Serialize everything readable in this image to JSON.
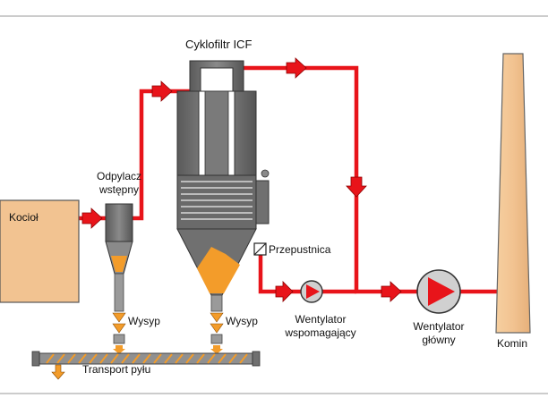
{
  "labels": {
    "boiler": "Kocioł",
    "precollector_line1": "Odpylacz",
    "precollector_line2": "wstępny",
    "cyclofilter": "Cyklofiltr ICF",
    "damper": "Przepustnica",
    "discharge_left": "Wysyp",
    "discharge_right": "Wysyp",
    "aux_fan_line1": "Wentylator",
    "aux_fan_line2": "wspomagający",
    "main_fan_line1": "Wentylator",
    "main_fan_line2": "główny",
    "stack": "Komin",
    "dust_transport": "Transport pyłu"
  },
  "colors": {
    "gas_flow": "#e8141a",
    "boiler_fill": "#f2c391",
    "stack_fill": "#f2c391",
    "equipment_gray": "#707070",
    "dust_orange": "#f39c2a",
    "frame_line": "#b8b8b8"
  }
}
